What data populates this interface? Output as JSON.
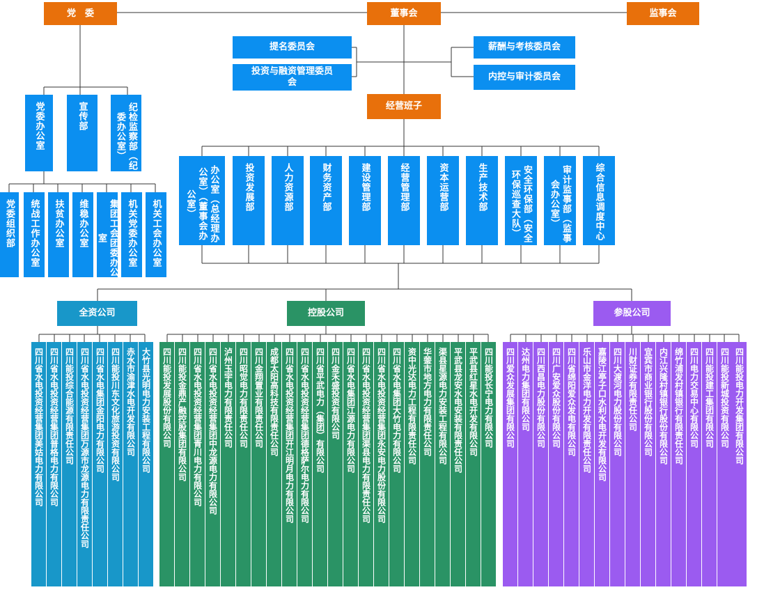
{
  "top": {
    "party": "党　委",
    "board": "董事会",
    "supervisory": "监事会"
  },
  "committees": {
    "nomination": "提名委员会",
    "investment": "投资与融资管理委员会",
    "salary": "薪酬与考核委员会",
    "audit": "内控与审计委员会"
  },
  "management": "经营班子",
  "party_depts": [
    "党委办公室",
    "宣传部",
    "纪检监察部（纪委办公室）"
  ],
  "party_subs": [
    "党委组织部",
    "统战工作办公室",
    "扶贫办公室",
    "维稳办公室",
    "集团工会团委办公室",
    "机关党委办公室",
    "机关工会办公室"
  ],
  "departments": [
    "办公室（总经理办公室）（董事会办公室）",
    "投资发展部",
    "人力资源部",
    "财务资产部",
    "建设管理部",
    "经营管理部",
    "资本运营部",
    "生产技术部",
    "安全环保部（安全环保巡查大队）",
    "审计监事部（监事会办公室）",
    "综合信息调度中心"
  ],
  "groups": {
    "wholly": "全资公司",
    "holding": "控股公司",
    "equity": "参股公司"
  },
  "wholly_companies": [
    "四川省水电投资经营集团美姑电力有限公司",
    "四川省水电投资经营集团普格电力有限公司",
    "四川能投综合能源有限责任公司",
    "四川省水电投资经营集团万源市龙源电力有限责任公司",
    "四川省水电集团金阳电力有限公司",
    "四川能投川东文化旅游投资有限公司",
    "赤水市渝津水电开发有限公司",
    "大竹县光明电力安装工程有限公司"
  ],
  "holding_companies": [
    "四川能投发展股份有限公司",
    "四川能投金鼎产融控股集团有限公司",
    "四川省水电投资经营集团青川电力有限公司",
    "四川省水电投资经营集团中龙源电力有限公司",
    "泸州玉宇电力有限责任公司",
    "四川昭觉电力有限责任公司",
    "四川金翔置业有限责任公司",
    "成都太阳高科技有限责任公司",
    "四川省水电投资经营集团开江明月电力有限公司",
    "四川省水电投资经营集团德格萨尔电力有限公司",
    "四川省平武电力（集团）有限公司",
    "四川金禾盛投资有限公司",
    "四川省水电集团江源电力有限公司",
    "四川省水电投资经营集团渠县电力有限责任公司",
    "四川省水电投资经营集团永安电力股份有限公司",
    "四川省水电集团大竹电力有限公司",
    "资中光达电力工程有限责任公司",
    "华蓥市地方电力有限责任公司",
    "渠县星源电力安装工程有限公司",
    "平武县龙安水电安装有限责任公司",
    "平武县红星水电开发有限公司",
    "四川能投长宁电力有限公司"
  ],
  "equity_companies": [
    "四川爱众发展集团有限公司",
    "达州电力集团有限公司",
    "四川西昌电力股份有限公司",
    "四川广安爱众股份有限公司",
    "四川省绵阳爱众发电有限公司",
    "乐山市金洋电力开发有限责任公司",
    "嘉陵江亭子口水利水电开发有限公司",
    "四川大渡河电力股份有限公司",
    "川财证券有限责任公司",
    "宜宾市商业银行股份有限公司",
    "内江兴隆村镇银行股份有限公司",
    "绵竹浦发村镇银行有限责任公司",
    "四川电力交易中心有限公司",
    "四川能投建工集团有限公司",
    "四川能投新城投资有限公司",
    "四川能投电力开发集团有限公司"
  ],
  "colors": {
    "orange": "#e8700b",
    "blue": "#0b8ff0",
    "teal": "#1897c9",
    "green": "#2a9365",
    "purple": "#9b5bf0",
    "line": "#333333"
  }
}
